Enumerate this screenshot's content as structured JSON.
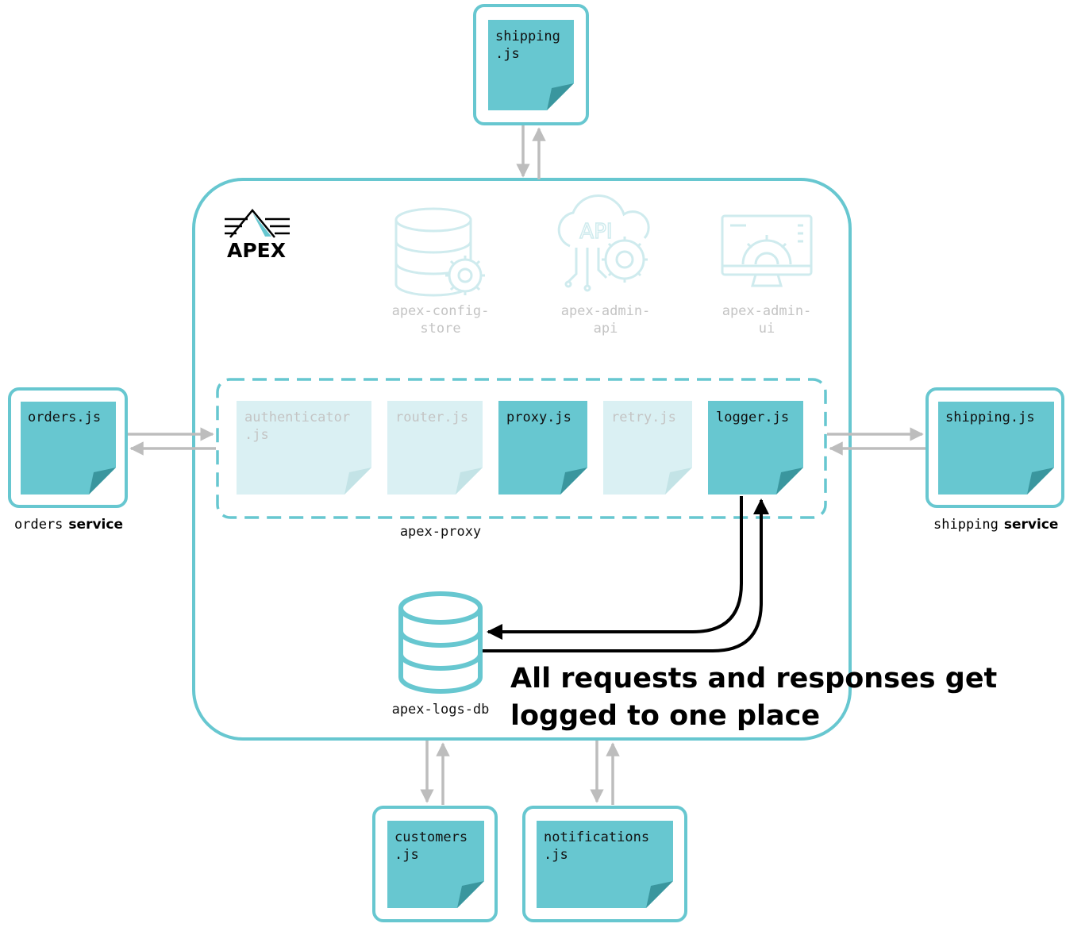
{
  "colors": {
    "teal": "#67c7d0",
    "teal_dark": "#3a969e",
    "teal_faded": "#daf0f3",
    "teal_faded_dark": "#c3e3e6",
    "arrow_gray": "#bdbdbd",
    "icon_faded": "#cfebee"
  },
  "logo": {
    "text": "APEX"
  },
  "top_file": {
    "line1": "shipping",
    "line2": ".js"
  },
  "left_service": {
    "file": "orders.js",
    "name": "orders",
    "suffix": "service"
  },
  "right_service": {
    "file": "shipping.js",
    "name": "shipping",
    "suffix": "service"
  },
  "components": [
    {
      "line1": "apex-config-",
      "line2": "store",
      "icon": "database-gear-icon"
    },
    {
      "line1": "apex-admin-",
      "line2": "api",
      "icon": "cloud-api-gear-icon"
    },
    {
      "line1": "apex-admin-",
      "line2": "ui",
      "icon": "monitor-gear-icon"
    }
  ],
  "proxy": {
    "label": "apex-proxy",
    "modules": [
      {
        "line1": "authenticator",
        "line2": ".js",
        "active": false
      },
      {
        "line1": "router.js",
        "line2": "",
        "active": false
      },
      {
        "line1": "proxy.js",
        "line2": "",
        "active": true
      },
      {
        "line1": "retry.js",
        "line2": "",
        "active": false
      },
      {
        "line1": "logger.js",
        "line2": "",
        "active": true
      }
    ]
  },
  "logs_db": {
    "label": "apex-logs-db",
    "icon": "database-icon"
  },
  "caption": {
    "line1": "All requests and responses get",
    "line2": "logged to one place"
  },
  "bottom_files": [
    {
      "line1": "customers",
      "line2": ".js"
    },
    {
      "line1": "notifications",
      "line2": ".js"
    }
  ]
}
